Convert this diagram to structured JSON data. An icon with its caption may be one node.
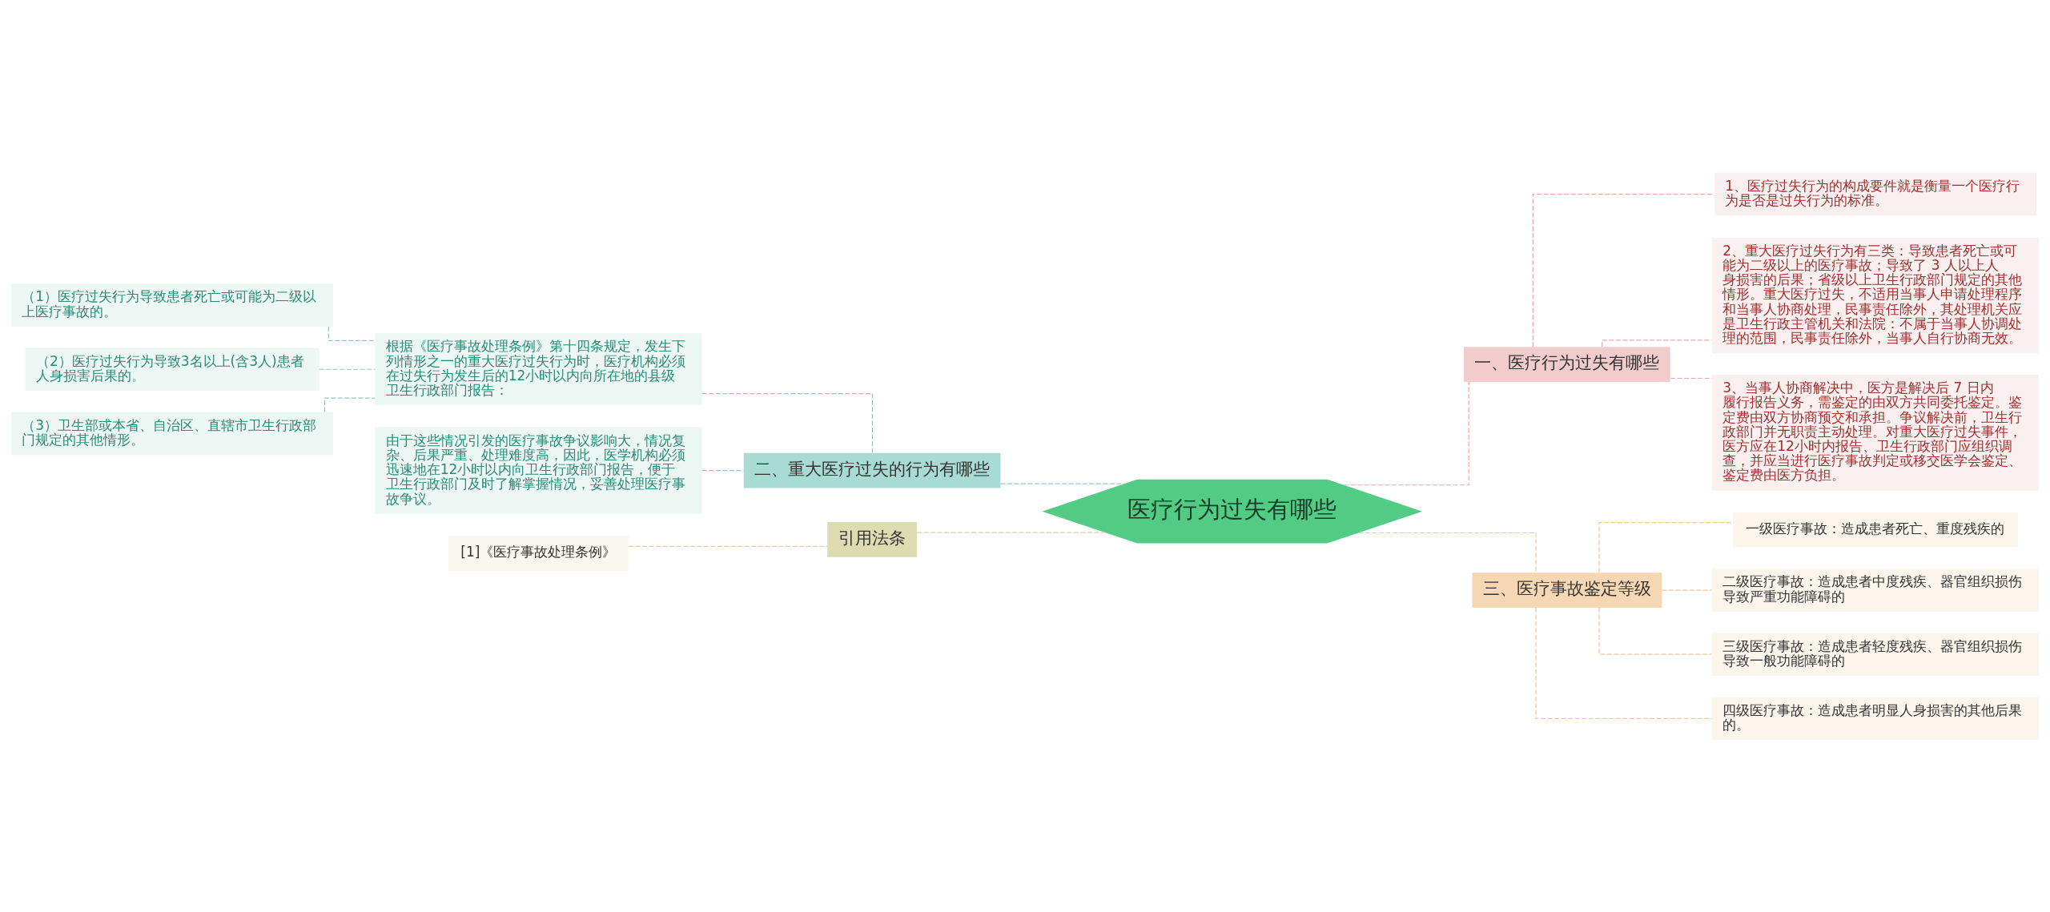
{
  "diagram": {
    "nodes": [
      {
        "text": [
          "医疗行为过失有哪些"
        ]
      },
      {
        "text": [
          "一、医疗行为过失有哪些"
        ]
      },
      {
        "text": [
          "1、医疗过失行为的构成要件就是衡量一个医疗行为是否是过失行为的标准。"
        ]
      },
      {
        "text": [
          "2、重大医疗过失行为有三类：导致患者死亡或可能为二级以上的医疗事故；导致了 3 人以上人身损害的后果；省级以上卫生行政部门规定的其他情形。重大医疗过失，不适用当事人申请处理程序和当事人协商处理，民事责任除外，其处理机关应是卫生行政主管机关和法院：不属于当事人协调处理的范围，民事责任除外，当事人自行协商无效。"
        ]
      },
      {
        "text": [
          "3、当事人协商解决中，医方是解决后 7 日内履行报告义务，需鉴定的由双方共同委托鉴定。鉴定费由双方协商预交和承担。争议解决前，卫生行政部门并无职责主动处理。对重大医疗过失事件，医方应在12小时内报告、卫生行政部门应组织调查，并应当进行医疗事故判定或移交医学会鉴定、鉴定费由医方负担。"
        ]
      },
      {
        "text": [
          "三、医疗事故鉴定等级"
        ]
      },
      {
        "text": [
          "一级医疗事故：造成患者死亡、重度残疾的"
        ]
      },
      {
        "text": [
          "二级医疗事故：造成患者中度残疾、器官组织损伤导致严重功能障碍的"
        ]
      },
      {
        "text": [
          "三级医疗事故：造成患者轻度残疾、器官组织损伤导致一般功能障碍的"
        ]
      },
      {
        "text": [
          "四级医疗事故：造成患者明显人身损害的其他后果的。"
        ]
      },
      {
        "text": [
          "二、重大医疗过失的行为有哪些"
        ]
      },
      {
        "text": [
          "根据《医疗事故处理条例》第十四条规定，发生下列情形之一的重大医疗过失行为时，医疗机构必须在过失行为发生后的12小时以内向所在地的县级卫生行政部门报告："
        ]
      },
      {
        "text": [
          "（1）医疗过失行为导致患者死亡或可能为二级以上医疗事故的。"
        ]
      },
      {
        "text": [
          "（2）医疗过失行为导致3名以上(含3人)患者人身损害后果的。"
        ]
      },
      {
        "text": [
          "（3）卫生部或本省、自治区、直辖市卫生行政部门规定的其他情形。"
        ]
      },
      {
        "text": [
          "由于这些情况引发的医疗事故争议影响大，情况复杂、后果严重、处理难度高，因此，医学机构必须迅速地在12小时以内向卫生行政部门报告，便于卫生行政部门及时了解掌握情况，妥善处理医疗事故争议。"
        ]
      },
      {
        "text": [
          "引用法条"
        ]
      },
      {
        "text": [
          "[1]《医疗事故处理条例》"
        ]
      }
    ],
    "edges": [
      {
        "from": 0,
        "to": 1,
        "arrow": "none",
        "style": "dashed",
        "color": "#e8a8a8"
      },
      {
        "from": 1,
        "to": 2,
        "arrow": "none",
        "style": "dashed",
        "color": "#e8a8a8"
      },
      {
        "from": 1,
        "to": 3,
        "arrow": "none",
        "style": "dashed",
        "color": "#e8a8a8"
      },
      {
        "from": 1,
        "to": 4,
        "arrow": "none",
        "style": "dashed",
        "color": "#e8a8a8"
      },
      {
        "from": 0,
        "to": 5,
        "arrow": "none",
        "style": "dashed",
        "color": "#f0c89a"
      },
      {
        "from": 5,
        "to": 6,
        "arrow": "none",
        "style": "dashed",
        "color": "#f0c89a"
      },
      {
        "from": 5,
        "to": 7,
        "arrow": "none",
        "style": "dashed",
        "color": "#f0c89a"
      },
      {
        "from": 5,
        "to": 8,
        "arrow": "none",
        "style": "dashed",
        "color": "#f0c89a"
      },
      {
        "from": 5,
        "to": 9,
        "arrow": "none",
        "style": "dashed",
        "color": "#f0c89a"
      },
      {
        "from": 0,
        "to": 10,
        "arrow": "none",
        "style": "dashed",
        "color": "#8fc9c0"
      },
      {
        "from": 10,
        "to": 11,
        "arrow": "none",
        "style": "dashed",
        "color": "#8fc9c0"
      },
      {
        "from": 11,
        "to": 12,
        "arrow": "none",
        "style": "dashed",
        "color": "#8fc9c0"
      },
      {
        "from": 11,
        "to": 13,
        "arrow": "none",
        "style": "dashed",
        "color": "#8fc9c0"
      },
      {
        "from": 11,
        "to": 14,
        "arrow": "none",
        "style": "dashed",
        "color": "#8fc9c0"
      },
      {
        "from": 10,
        "to": 15,
        "arrow": "none",
        "style": "dashed",
        "color": "#8fc9c0"
      },
      {
        "from": 0,
        "to": 16,
        "arrow": "none",
        "style": "dashed",
        "color": "#d4d4a0"
      },
      {
        "from": 16,
        "to": 17,
        "arrow": "none",
        "style": "dashed",
        "color": "#d4d4a0"
      }
    ]
  }
}
